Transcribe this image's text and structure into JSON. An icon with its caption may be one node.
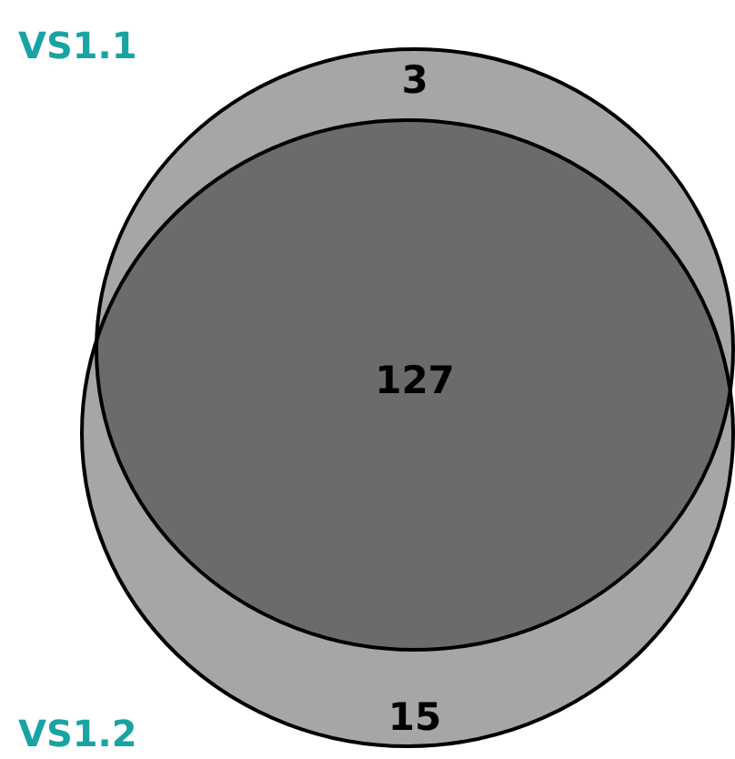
{
  "diagram": {
    "nodes": [
      {
        "text": [
          "VS1.1"
        ]
      },
      {
        "text": [
          "VS1.2"
        ]
      }
    ],
    "labels": [
      "3",
      "127",
      "15"
    ]
  }
}
